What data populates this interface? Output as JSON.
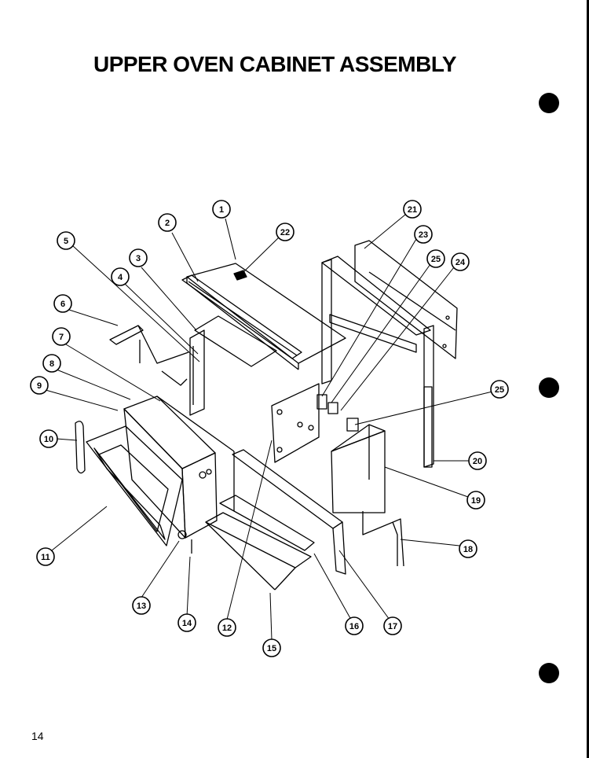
{
  "title": "UPPER OVEN CABINET ASSEMBLY",
  "page_number": "14",
  "callouts": [
    {
      "id": "1",
      "label": "1"
    },
    {
      "id": "2",
      "label": "2"
    },
    {
      "id": "3",
      "label": "3"
    },
    {
      "id": "4",
      "label": "4"
    },
    {
      "id": "5",
      "label": "5"
    },
    {
      "id": "6",
      "label": "6"
    },
    {
      "id": "7",
      "label": "7"
    },
    {
      "id": "8",
      "label": "8"
    },
    {
      "id": "9",
      "label": "9"
    },
    {
      "id": "10",
      "label": "10"
    },
    {
      "id": "11",
      "label": "11"
    },
    {
      "id": "12",
      "label": "12"
    },
    {
      "id": "13",
      "label": "13"
    },
    {
      "id": "14",
      "label": "14"
    },
    {
      "id": "15",
      "label": "15"
    },
    {
      "id": "16",
      "label": "16"
    },
    {
      "id": "17",
      "label": "17"
    },
    {
      "id": "18",
      "label": "18"
    },
    {
      "id": "19",
      "label": "19"
    },
    {
      "id": "20",
      "label": "20"
    },
    {
      "id": "21",
      "label": "21"
    },
    {
      "id": "22",
      "label": "22"
    },
    {
      "id": "23",
      "label": "23"
    },
    {
      "id": "24",
      "label": "24"
    },
    {
      "id": "25a",
      "label": "25"
    },
    {
      "id": "25b",
      "label": "25"
    }
  ],
  "colors": {
    "ink": "#000000",
    "paper": "#ffffff"
  }
}
